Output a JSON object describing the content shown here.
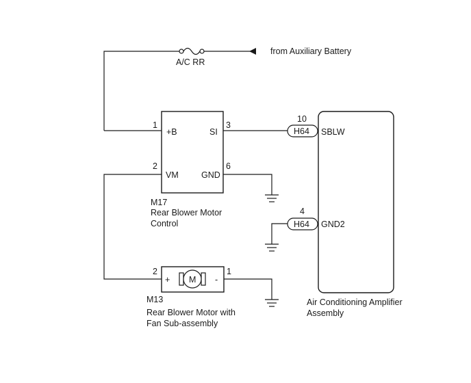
{
  "fuse": {
    "name": "A/C RR",
    "source_label": "from Auxiliary Battery"
  },
  "m17": {
    "connector": "M17",
    "name_line1": "Rear Blower Motor",
    "name_line2": "Control",
    "pins": {
      "b_num": "1",
      "b_label": "+B",
      "vm_num": "2",
      "vm_label": "VM",
      "si_num": "3",
      "si_label": "SI",
      "gnd_num": "6",
      "gnd_label": "GND"
    }
  },
  "m13": {
    "connector": "M13",
    "name_line1": "Rear Blower Motor with",
    "name_line2": "Fan Sub-assembly",
    "motor_symbol": "M",
    "pins": {
      "plus_num": "2",
      "plus_label": "+",
      "minus_num": "1",
      "minus_label": "-"
    }
  },
  "amp": {
    "name_line1": "Air Conditioning Amplifier",
    "name_line2": "Assembly",
    "pins": {
      "sblw_num": "10",
      "sblw_connector": "H64",
      "sblw_label": "SBLW",
      "gnd2_num": "4",
      "gnd2_connector": "H64",
      "gnd2_label": "GND2"
    }
  }
}
